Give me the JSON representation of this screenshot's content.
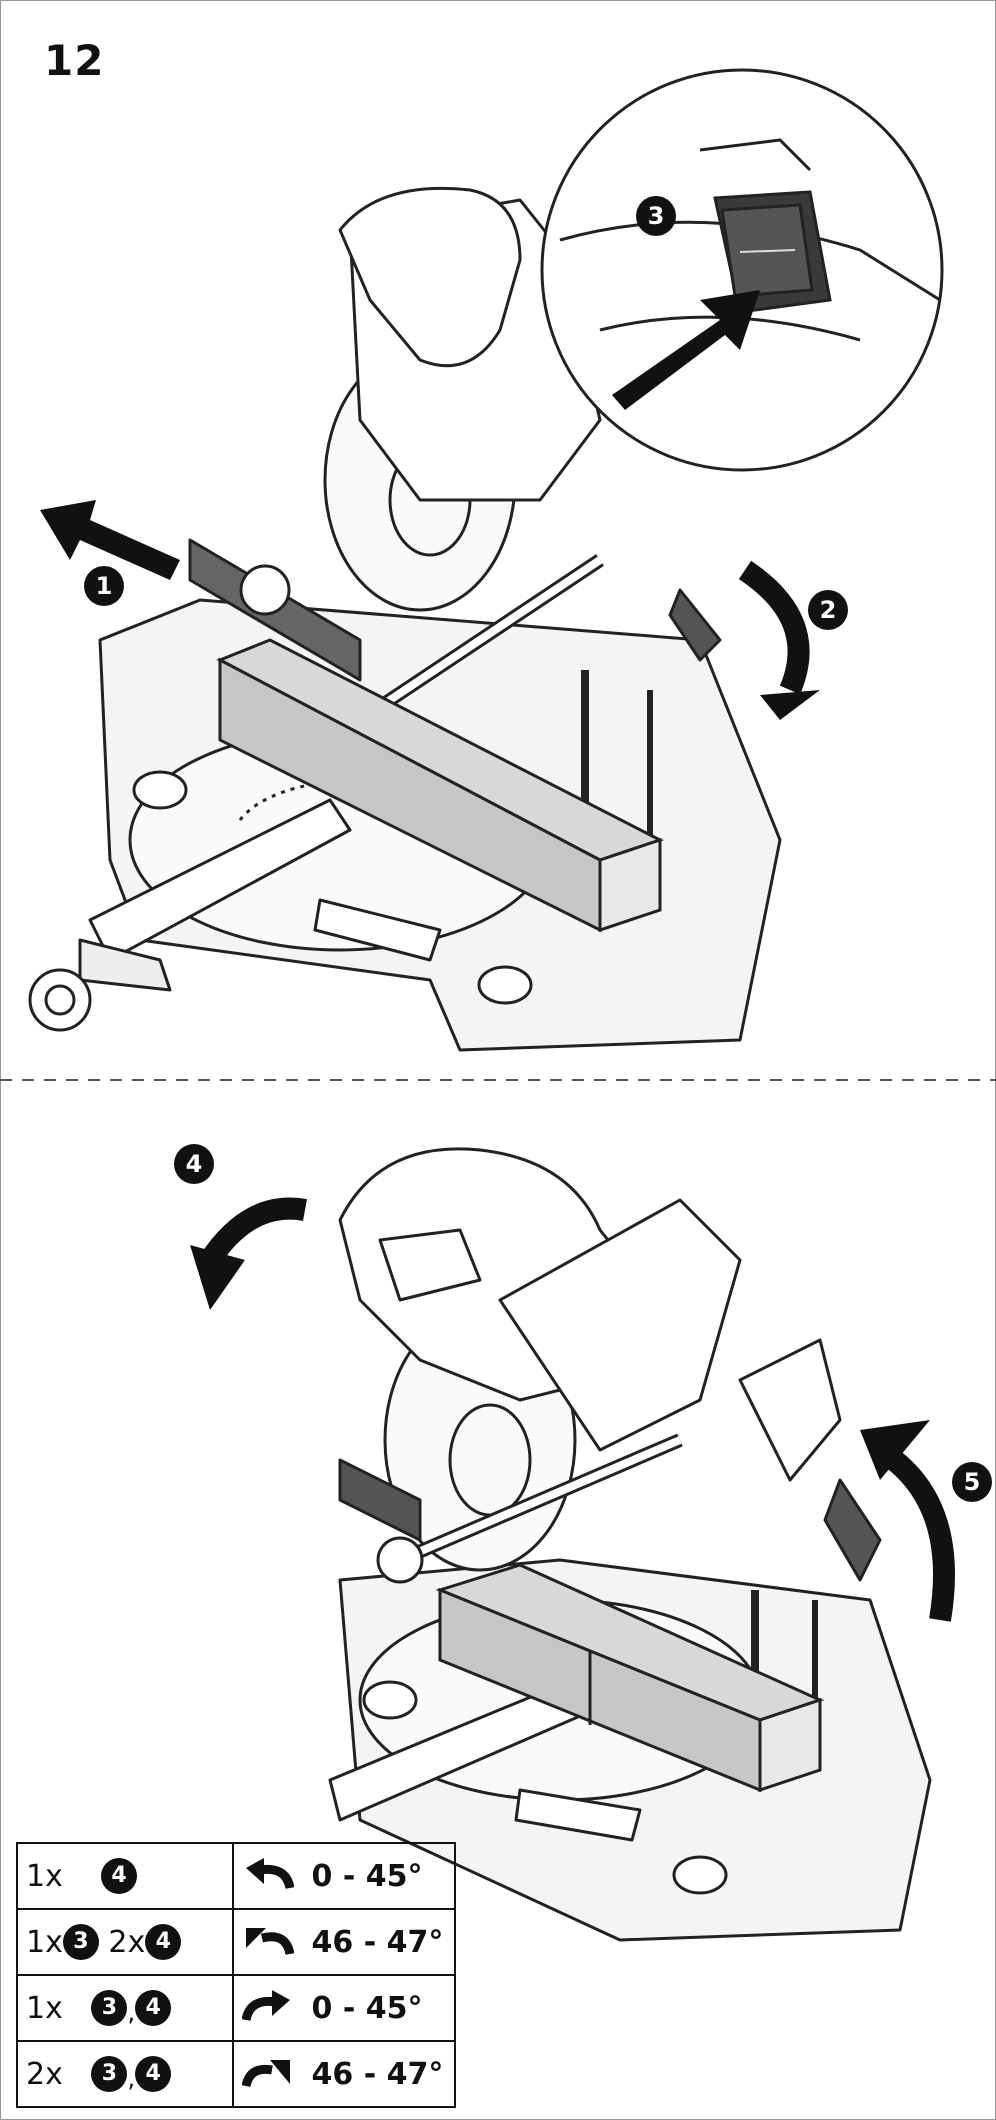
{
  "step": {
    "number": "12"
  },
  "callouts": {
    "c1": "1",
    "c2": "2",
    "c3": "3",
    "c4": "4",
    "c5": "5"
  },
  "legend": {
    "rows": [
      {
        "count_a": "1x",
        "item_a": "4",
        "count_b": "",
        "item_b": "",
        "angle": "0 - 45°",
        "arrow": "rotate-left-arrow-icon"
      },
      {
        "count_a": "1x",
        "item_a": "3",
        "count_b": "2x",
        "item_b": "4",
        "angle": "46 - 47°",
        "arrow": "rotate-left-extended-arrow-icon"
      },
      {
        "count_a": "1x",
        "item_a": "3",
        "item_c": "4",
        "angle": "0 - 45°",
        "arrow": "rotate-right-arrow-icon"
      },
      {
        "count_a": "2x",
        "item_a": "3",
        "item_c": "4",
        "angle": "46 - 47°",
        "arrow": "rotate-right-extended-arrow-icon"
      }
    ]
  }
}
